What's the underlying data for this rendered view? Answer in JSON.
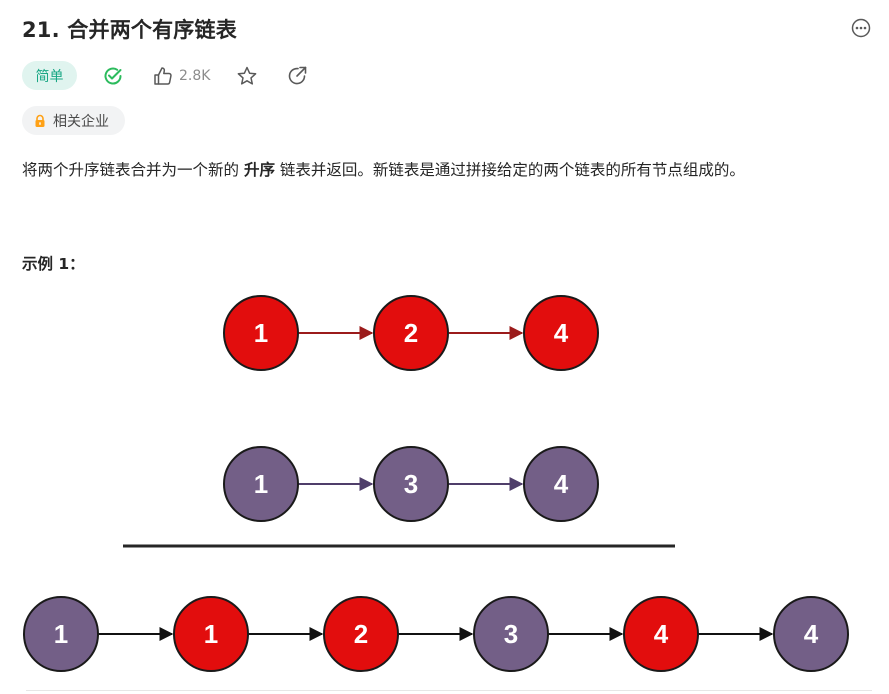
{
  "problem": {
    "title": "21. 合并两个有序链表",
    "difficulty": "简单",
    "likes": "2.8K",
    "company_tag": "相关企业",
    "description_before": "将两个升序链表合并为一个新的 ",
    "description_bold": "升序",
    "description_after": " 链表并返回。新链表是通过拼接给定的两个链表的所有节点组成的。",
    "example_title": "示例 1："
  },
  "icons": {
    "more": "more-circle-icon",
    "solved": "check-circle-icon",
    "like": "thumb-up-icon",
    "star": "star-icon",
    "share": "share-icon",
    "lock": "lock-icon"
  },
  "colors": {
    "easy_bg": "#e0f4ef",
    "easy_text": "#1aa785",
    "solved": "#2cbb5d",
    "lock": "#ffa116",
    "red_node": "#e20d0d",
    "purple_node": "#735f87",
    "red_arrow": "#9b1b1b",
    "purple_arrow": "#4f3e6a"
  },
  "diagram": {
    "list1": [
      {
        "v": "1",
        "c": "red"
      },
      {
        "v": "2",
        "c": "red"
      },
      {
        "v": "4",
        "c": "red"
      }
    ],
    "list2": [
      {
        "v": "1",
        "c": "purple"
      },
      {
        "v": "3",
        "c": "purple"
      },
      {
        "v": "4",
        "c": "purple"
      }
    ],
    "merged": [
      {
        "v": "1",
        "c": "purple"
      },
      {
        "v": "1",
        "c": "red"
      },
      {
        "v": "2",
        "c": "red"
      },
      {
        "v": "3",
        "c": "purple"
      },
      {
        "v": "4",
        "c": "red"
      },
      {
        "v": "4",
        "c": "purple"
      }
    ]
  }
}
